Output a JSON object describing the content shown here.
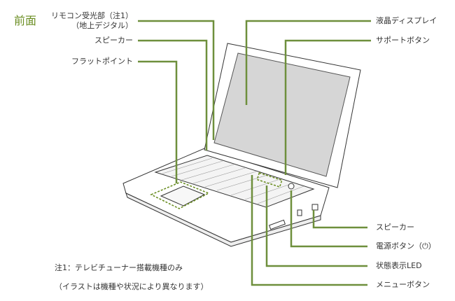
{
  "title": "前面",
  "colors": {
    "leader": "#6e8f3c",
    "title": "#6b8e23"
  },
  "labels_left": {
    "remote_line1": "リモコン受光部（注1）",
    "remote_line2": "（地上デジタル）",
    "speaker": "スピーカー",
    "flatpoint": "フラットポイント"
  },
  "labels_right": {
    "lcd": "液晶ディスプレイ",
    "support": "サポートボタン",
    "speaker": "スピーカー",
    "power": "電源ボタン（⏻）",
    "led": "状態表示LED",
    "menu": "メニューボタン"
  },
  "notes": {
    "note1": "注1：テレビチューナー搭載機種のみ",
    "note2": "（イラストは機種や状況により異なります）"
  }
}
